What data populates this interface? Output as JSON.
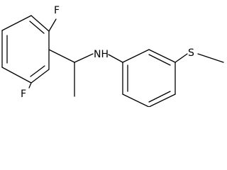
{
  "molecule": {
    "atoms": {
      "f_top": "F",
      "f_bottom": "F",
      "nh": "NH",
      "s": "S"
    }
  }
}
